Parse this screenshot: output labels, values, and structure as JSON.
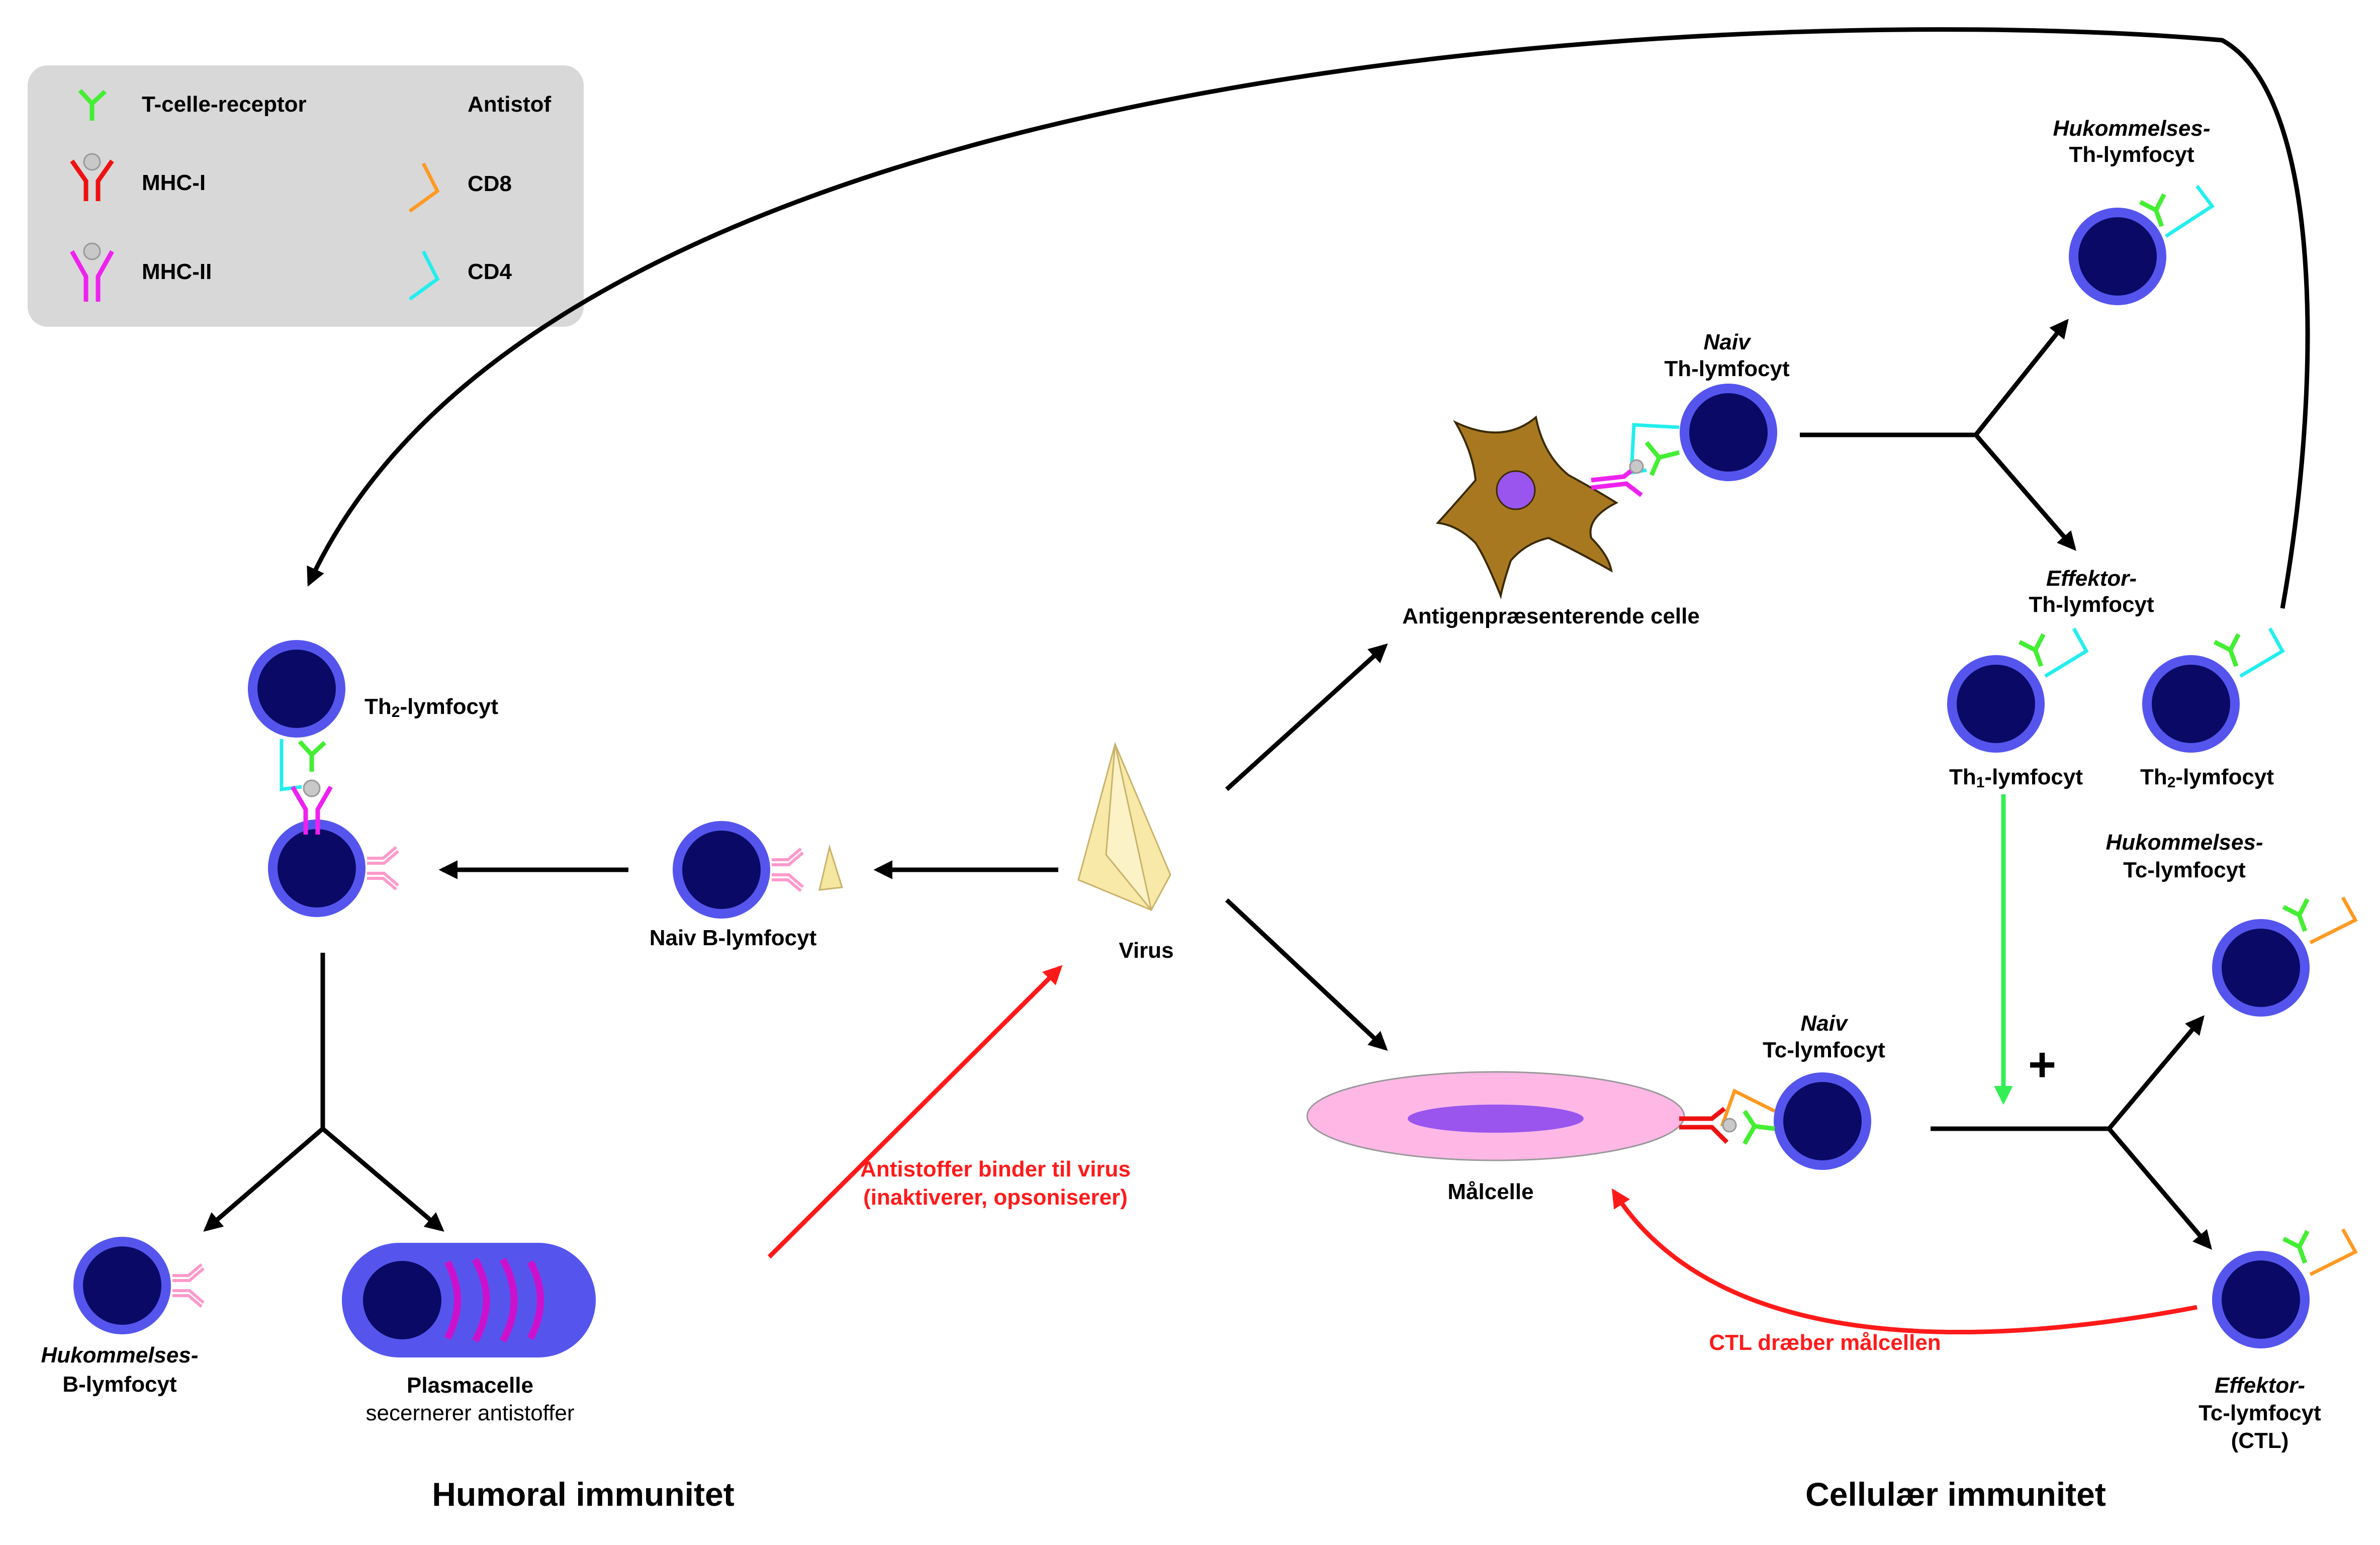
{
  "legend": {
    "tcr": "T-celle-receptor",
    "mhc1": "MHC-I",
    "mhc2": "MHC-II",
    "antibody": "Antistof",
    "cd8": "CD8",
    "cd4": "CD4"
  },
  "labels": {
    "th2_left": "lymfocyt",
    "th2_prefix": "Th",
    "sub2": "2",
    "sub1": "1",
    "naive_b": "Naiv B-lymfocyt",
    "virus": "Virus",
    "memory_b_1": "Hukommelses-",
    "memory_b_2": "B-lymfocyt",
    "plasma_1": "Plasmacelle",
    "plasma_2": "secernerer antistoffer",
    "apc": "Antigenpræsenterende celle",
    "naive_th_1": "Naiv",
    "naive_th_2": "Th-lymfocyt",
    "memory_th_1": "Hukommelses-",
    "memory_th_2": "Th-lymfocyt",
    "effector_th_1": "Effektor-",
    "effector_th_2": "Th-lymfocyt",
    "th1_right": "lymfocyt",
    "th2_right": "lymfocyt",
    "memory_tc_1": "Hukommelses-",
    "memory_tc_2": "Tc-lymfocyt",
    "naive_tc_1": "Naiv",
    "naive_tc_2": "Tc-lymfocyt",
    "target": "Målcelle",
    "effector_tc_1": "Effektor-",
    "effector_tc_2": "Tc-lymfocyt",
    "effector_tc_3": "(CTL)",
    "antibody_binds_1": "Antistoffer binder til virus",
    "antibody_binds_2": "(inaktiverer, opsoniserer)",
    "ctl_kills": "CTL dræber målcellen",
    "plus": "+"
  },
  "titles": {
    "humoral": "Humoral immunitet",
    "cellular": "Cellulær immunitet"
  },
  "colors": {
    "tcr": "#44ee33",
    "mhc1": "#ee1111",
    "mhc2": "#ee22ee",
    "antibody": "#ff99cc",
    "cd8": "#ff9922",
    "cd4": "#22eeee",
    "cell_fill": "#0a0a66",
    "cell_ring": "#5555ee",
    "activation": "#33ee55",
    "red_arrow": "#ff1a1a"
  }
}
